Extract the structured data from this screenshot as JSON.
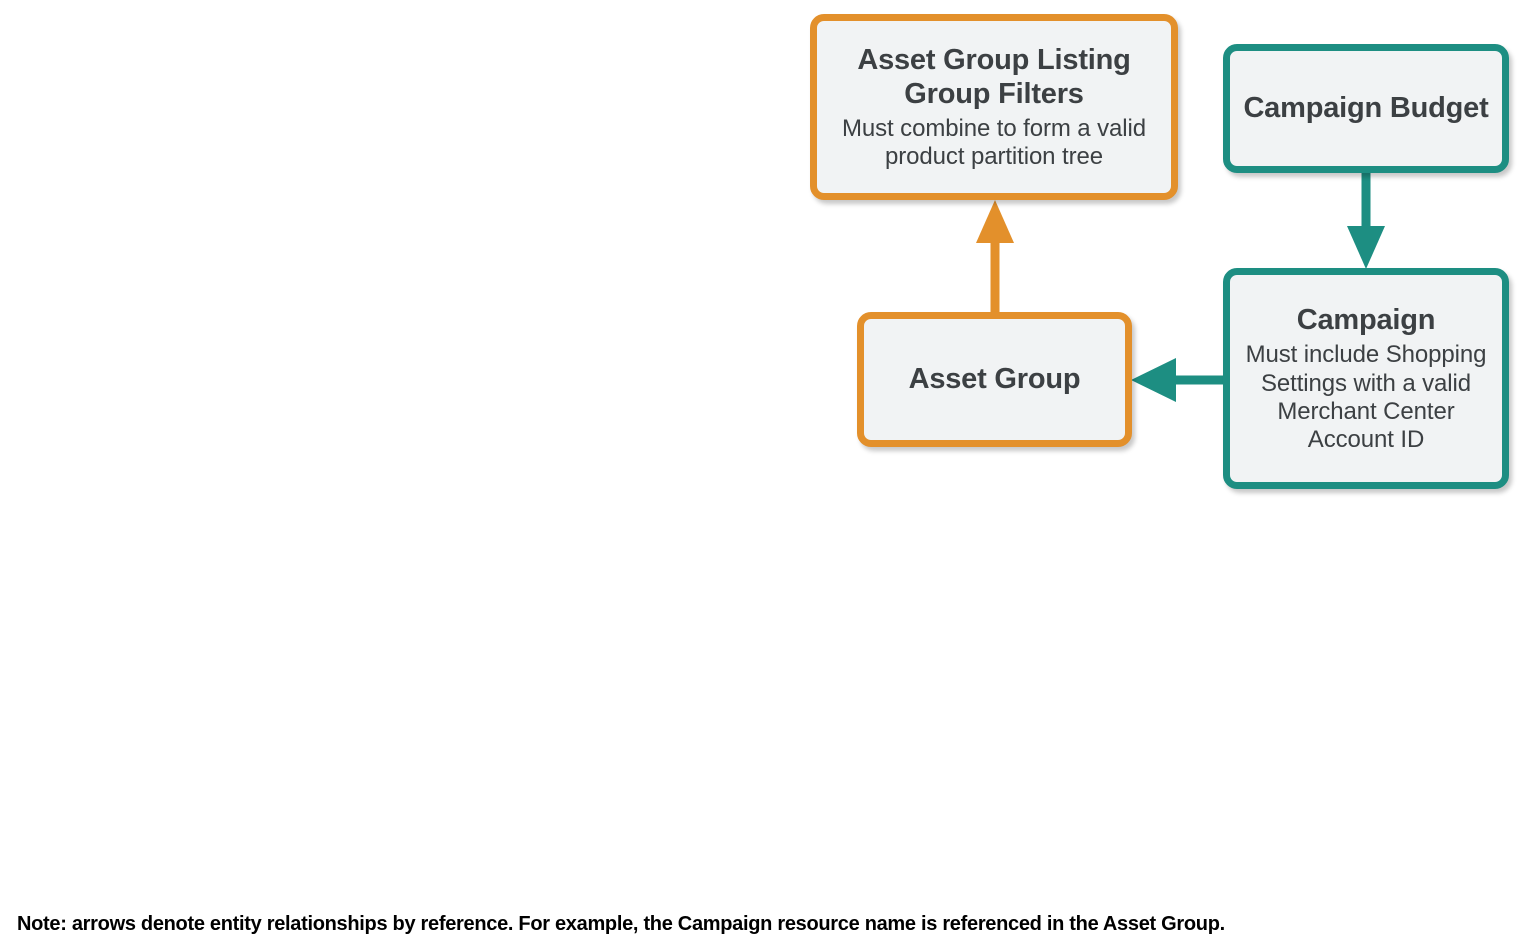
{
  "diagram": {
    "colors": {
      "orange": "#e3902b",
      "teal": "#1d8e82",
      "node_fill": "#f1f3f4",
      "text": "#3c4043",
      "footnote_text": "#000000",
      "background": "#ffffff"
    },
    "nodes": [
      {
        "id": "asset-group-listing-group-filters",
        "title": "Asset Group Listing Group Filters",
        "description": "Must combine to form a valid product partition tree",
        "color": "orange"
      },
      {
        "id": "asset-group",
        "title": "Asset Group",
        "description": "",
        "color": "orange"
      },
      {
        "id": "campaign-budget",
        "title": "Campaign Budget",
        "description": "",
        "color": "teal"
      },
      {
        "id": "campaign",
        "title": "Campaign",
        "description": "Must include Shopping Settings with a valid Merchant Center Account ID",
        "color": "teal"
      }
    ],
    "edges": [
      {
        "id": "asset-group-to-listing-filters",
        "from": "asset-group",
        "to": "asset-group-listing-group-filters",
        "color": "orange",
        "direction": "up"
      },
      {
        "id": "campaign-budget-to-campaign",
        "from": "campaign-budget",
        "to": "campaign",
        "color": "teal",
        "direction": "down"
      },
      {
        "id": "campaign-to-asset-group",
        "from": "campaign",
        "to": "asset-group",
        "color": "teal",
        "direction": "left"
      }
    ],
    "footnote": "Note: arrows denote entity relationships by reference. For example, the Campaign resource name is referenced in the Asset Group."
  }
}
